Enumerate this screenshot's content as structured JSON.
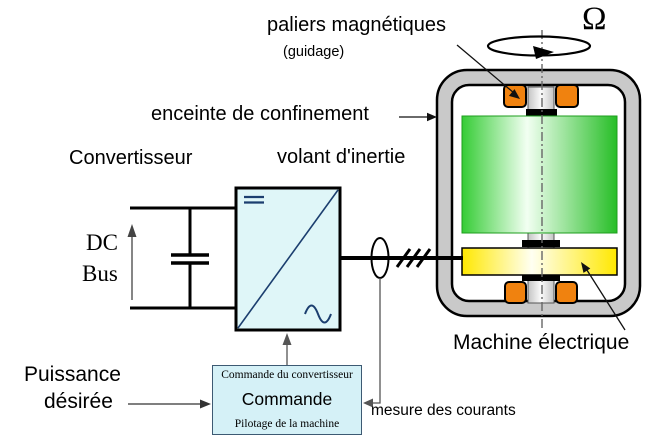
{
  "labels": {
    "paliers": "paliers magnétiques",
    "guidage": "(guidage)",
    "omega": "Ω",
    "enceinte": "enceinte de confinement",
    "convertisseur": "Convertisseur",
    "volant": "volant d'inertie",
    "dc": "DC",
    "bus": "Bus",
    "puissance_line1": "Puissance",
    "puissance_line2": "désirée",
    "machine": "Machine électrique",
    "mesure": "mesure des courants"
  },
  "command_box": {
    "top": "Commande du convertisseur",
    "main": "Commande",
    "bottom": "Pilotage de la machine"
  },
  "colors": {
    "bearing_orange": "#F0820F",
    "flywheel_green": "#35CC35",
    "flywheel_green_dark": "#27BE27",
    "flywheel_green_light": "#F2FFF2",
    "machine_yellow": "#FFE800",
    "machine_yellow_light": "#FFFFF2",
    "enclosure_gray": "#C9C9C9",
    "shaft_gray": "#C4C4C4",
    "shaft_light": "#FBFBFB",
    "converter_fill": "#DFF6F8",
    "command_fill": "#D5F1F7",
    "command_border": "#3D5A73",
    "diagonal_blue": "#1B3E6F",
    "line_black": "#000000",
    "line_gray": "#555555"
  }
}
